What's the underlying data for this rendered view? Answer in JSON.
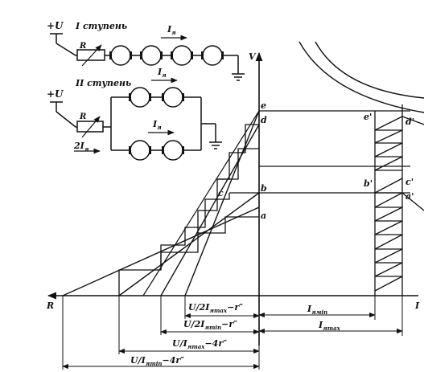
{
  "circuit_top": {
    "supply_label": "+U",
    "stage_label": "I ступень",
    "resistor_label": "R",
    "current_label": "I",
    "current_sub": "я"
  },
  "circuit_bottom": {
    "supply_label": "+U",
    "stage_label": "II ступень",
    "resistor_label": "R",
    "current_label_upper": "I",
    "current_sub_upper": "я",
    "current_label_lower": "I",
    "current_sub_lower": "я",
    "source_current_prefix": "2I",
    "source_current_sub": "я"
  },
  "graph": {
    "axis_v_label": "V",
    "axis_r_label": "R",
    "axis_i_label": "I",
    "points_left": [
      "e",
      "d",
      "c",
      "b",
      "a"
    ],
    "points_right": [
      "e'",
      "d'",
      "c'",
      "b'",
      "a'"
    ],
    "dim_i_min": "I",
    "dim_i_min_sub": "ямin",
    "dim_i_max": "I",
    "dim_i_max_sub": "яmax",
    "dim_1": "U/2I",
    "dim_1_sub": "яmax",
    "dim_1_suffix": "−r″",
    "dim_2": "U/2I",
    "dim_2_sub": "яmin",
    "dim_2_suffix": "−r″",
    "dim_3": "U/I",
    "dim_3_sub": "яmax",
    "dim_3_suffix": "−4r″",
    "dim_4": "U/I",
    "dim_4_sub": "яmin",
    "dim_4_suffix": "−4r″"
  }
}
